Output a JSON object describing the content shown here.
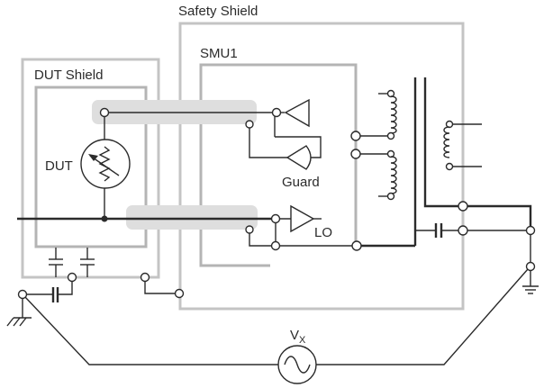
{
  "diagram": {
    "title": "Guarded measurement with safety shield",
    "labels": {
      "safety_shield": "Safety Shield",
      "smu": "SMU1",
      "dut_shield": "DUT Shield",
      "dut": "DUT",
      "guard": "Guard",
      "lo": "LO",
      "vx_main": "V",
      "vx_sub": "X"
    },
    "components": [
      {
        "id": "safety-shield",
        "type": "shield-enclosure"
      },
      {
        "id": "smu1",
        "type": "instrument-enclosure"
      },
      {
        "id": "dut-shield",
        "type": "shield-enclosure"
      },
      {
        "id": "dut",
        "type": "variable-resistor",
        "icon": "variable-resistor-icon"
      },
      {
        "id": "guard-buffer",
        "type": "buffer-amplifier"
      },
      {
        "id": "hi-buffer",
        "type": "buffer-amplifier"
      },
      {
        "id": "lo-buffer",
        "type": "buffer-amplifier"
      },
      {
        "id": "isolation-transformer",
        "type": "transformer"
      },
      {
        "id": "vx-source",
        "type": "ac-source",
        "icon": "ac-source-icon"
      },
      {
        "id": "earth-ground",
        "type": "chassis-ground",
        "icon": "chassis-ground-icon"
      },
      {
        "id": "protective-ground",
        "type": "ground",
        "icon": "ground-icon"
      }
    ],
    "colors": {
      "wire": "#2b2b2b",
      "shield": "#c4c4c4",
      "cable": "#dedede",
      "background": "#ffffff"
    }
  }
}
